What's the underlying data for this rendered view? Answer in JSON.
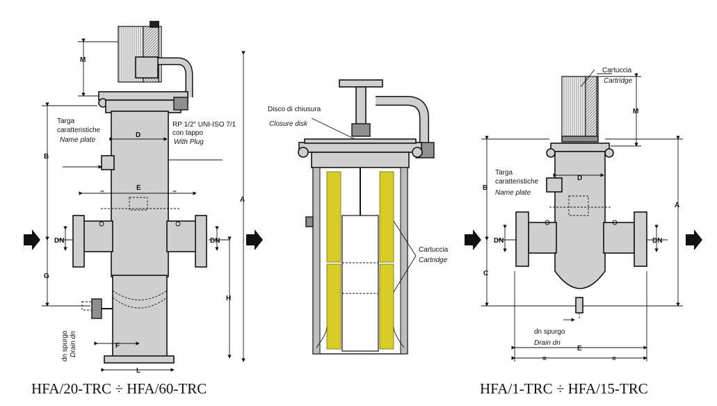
{
  "captions": {
    "left": "HFA/20-TRC ÷ HFA/60-TRC",
    "right": "HFA/1-TRC ÷ HFA/15-TRC"
  },
  "left": {
    "labels": {
      "name_plate_it": "Targa",
      "name_plate_it2": "caratteristiche",
      "name_plate_en": "Name plate",
      "rp_it": "RP 1/2\" UNI-ISO 7/1",
      "rp_it2": "con tappo",
      "rp_en": "With Plug",
      "drain_it": "dn spurgo",
      "drain_en": "Drain dn"
    },
    "dims": {
      "M": "M",
      "B": "B",
      "D": "D",
      "E": "E",
      "eq": "=",
      "DN": "DN",
      "G": "G",
      "H": "H",
      "A": "A",
      "F": "F",
      "L": "L"
    }
  },
  "center": {
    "labels": {
      "disk_it": "Disco di chiusura",
      "disk_en": "Closure disk",
      "cart_it": "Cartuccia",
      "cart_en": "Cartridge"
    }
  },
  "right": {
    "labels": {
      "cart_it": "Cartuccia",
      "cart_en": "Cartridge",
      "name_plate_it": "Targa",
      "name_plate_it2": "caratteristiche",
      "name_plate_en": "Name plate",
      "drain_it": "dn spurgo",
      "drain_en": "Drain dn"
    },
    "dims": {
      "M": "M",
      "B": "B",
      "D": "D",
      "DN": "DN",
      "C": "C",
      "A": "A",
      "E": "E",
      "eq": "="
    }
  }
}
